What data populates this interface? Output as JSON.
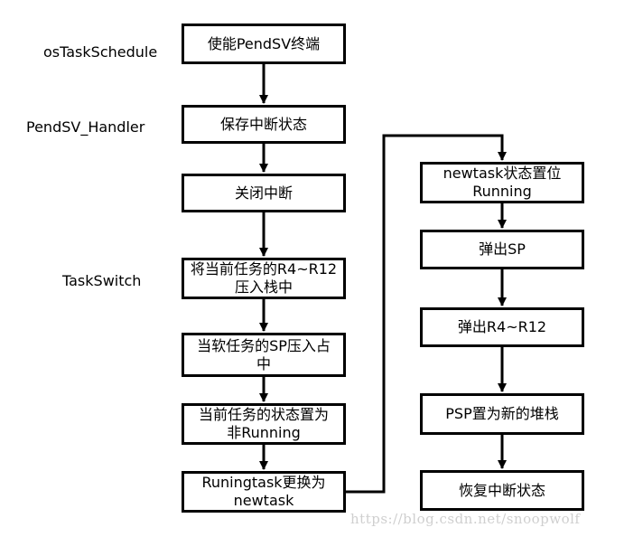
{
  "labels": {
    "os_task_schedule": "osTaskSchedule",
    "pendsv_handler": "PendSV_Handler",
    "task_switch": "TaskSwitch"
  },
  "left_column": [
    "使能PendSV终端",
    "保存中断状态",
    "关闭中断",
    "将当前任务的R4~R12\n压入栈中",
    "当软任务的SP压入占\n中",
    "当前任务的状态置为\n非Running",
    "Runingtask更换为\nnewtask"
  ],
  "right_column": [
    "newtask状态置位\nRunning",
    "弹出SP",
    "弹出R4~R12",
    "PSP置为新的堆栈",
    "恢复中断状态"
  ],
  "watermark": "https://blog.csdn.net/snoopwolf"
}
